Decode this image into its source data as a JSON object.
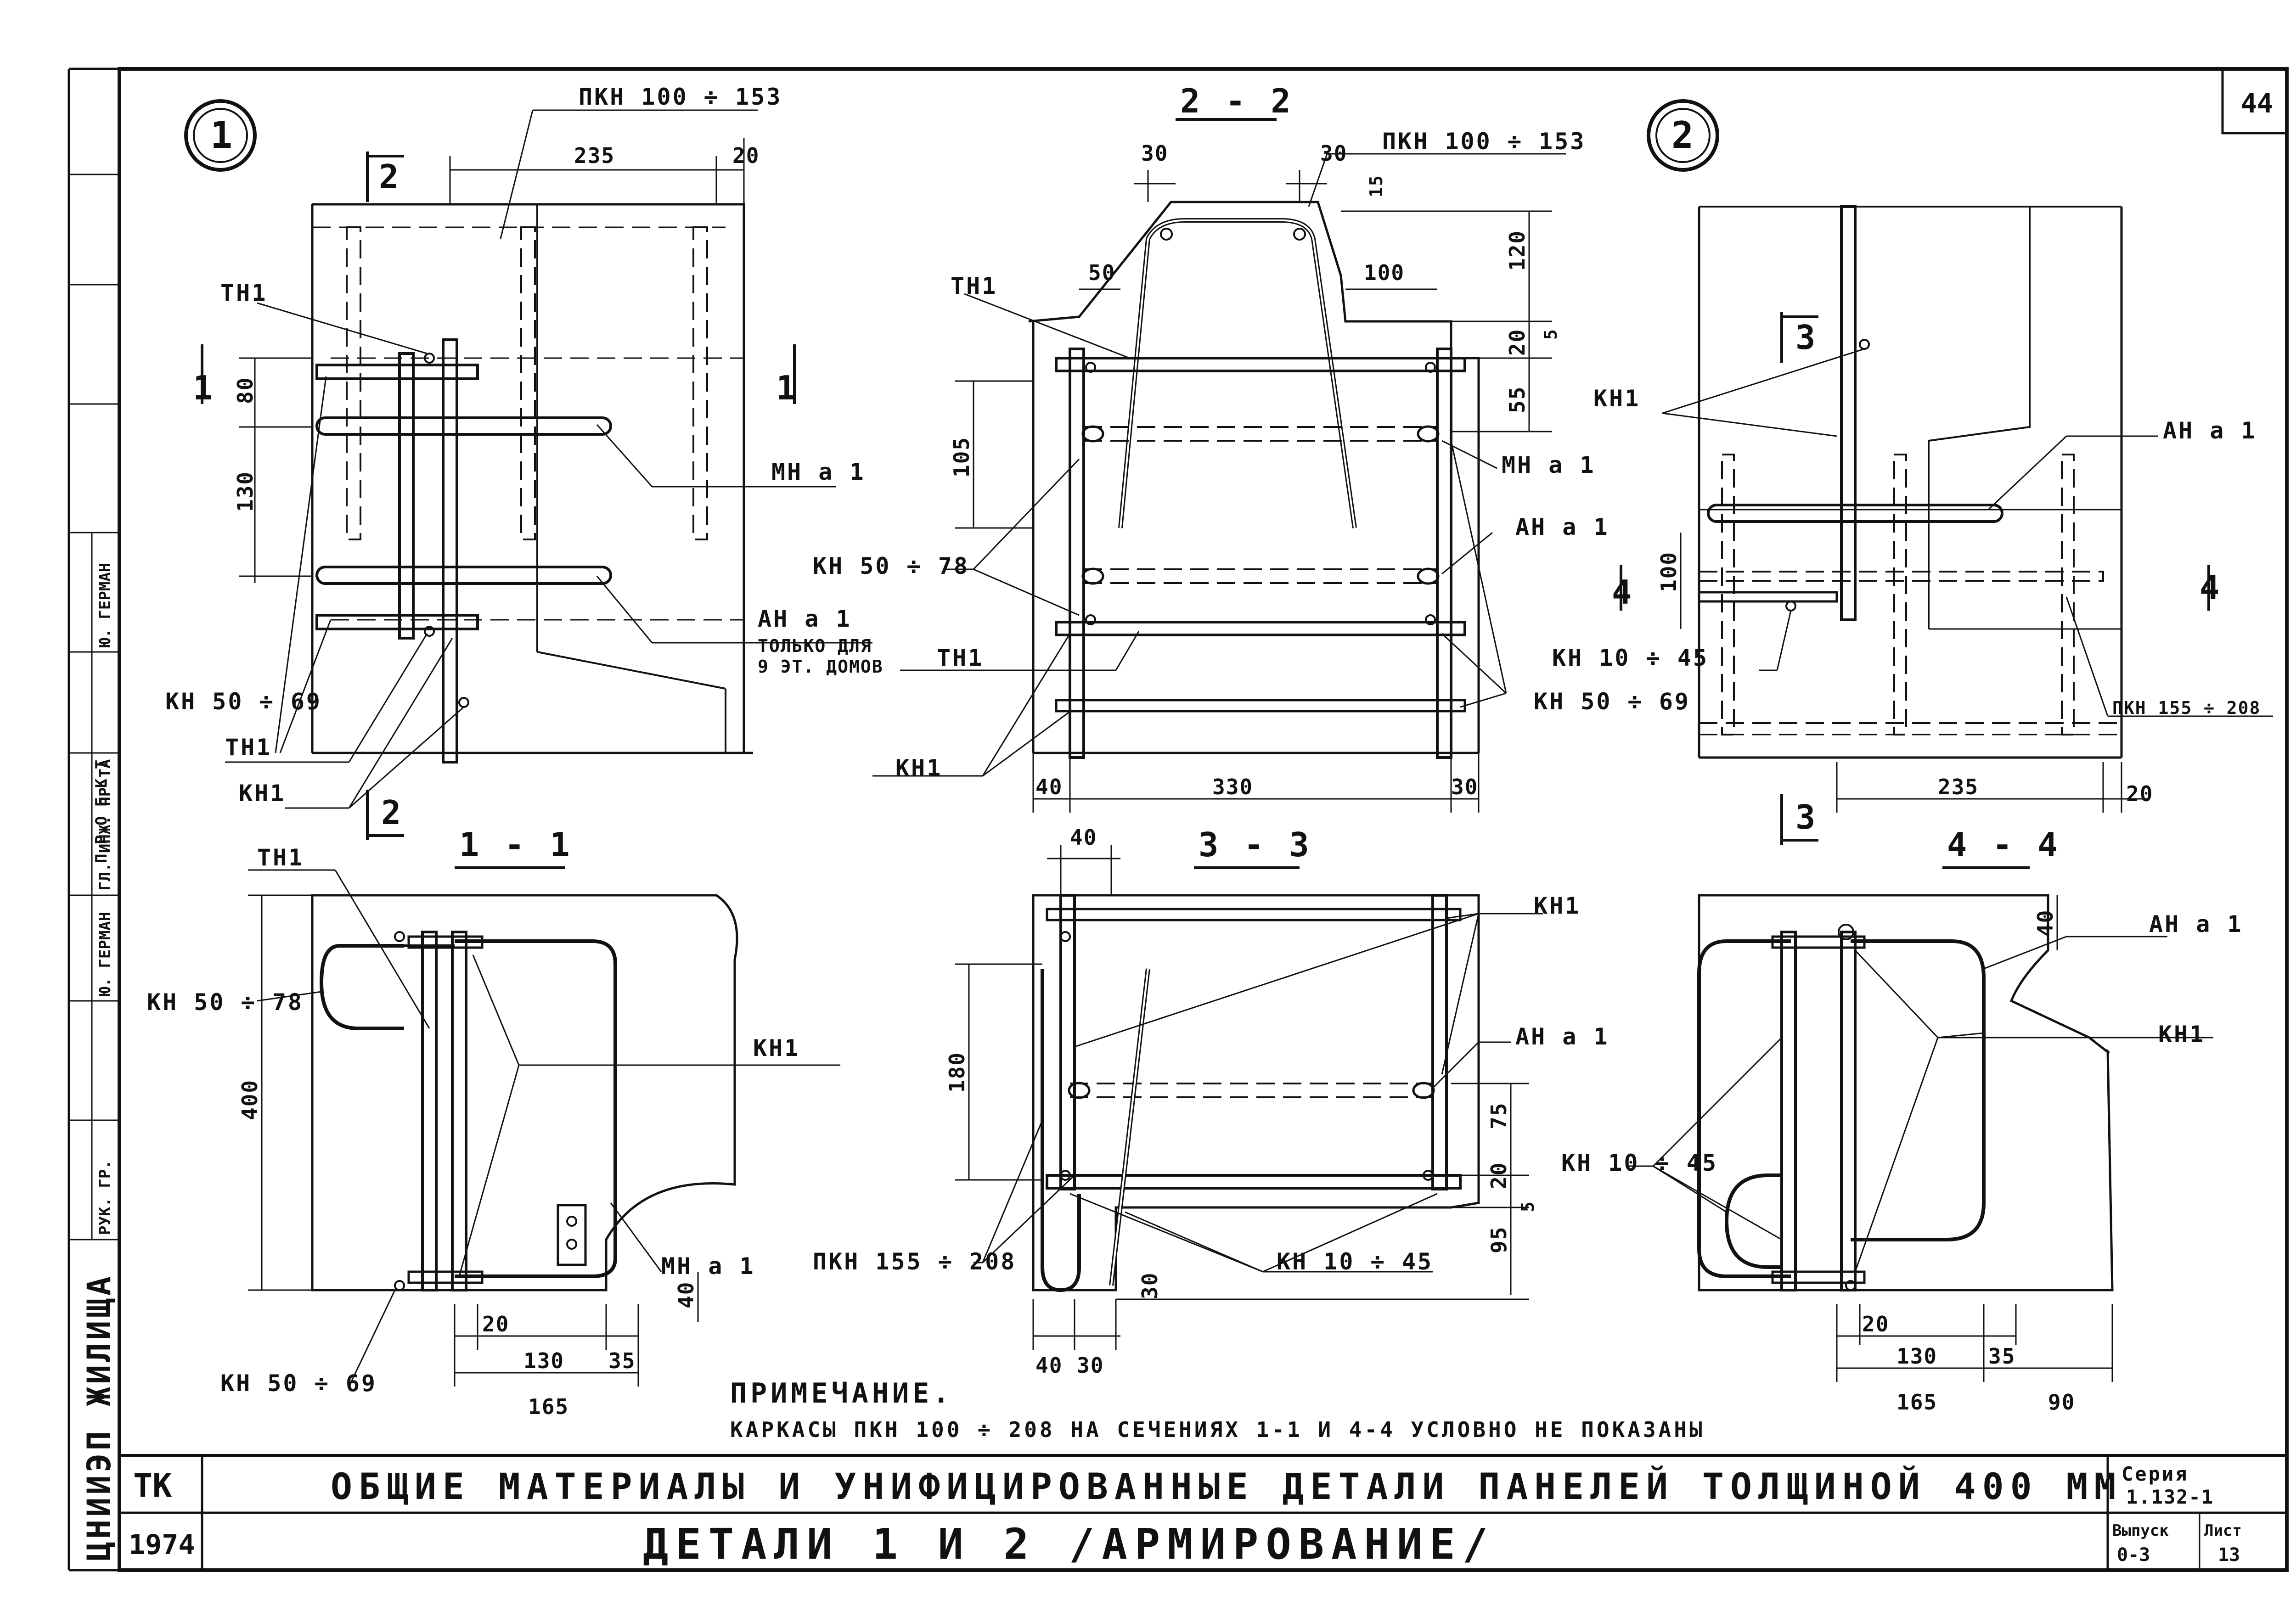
{
  "sheet_number": "44",
  "detail_markers": {
    "detail_1": "1",
    "detail_2": "2"
  },
  "sections": {
    "s11": "1 - 1",
    "s22": "2 - 2",
    "s33": "3 - 3",
    "s44": "4 - 4"
  },
  "cut_marks": {
    "c1": "1",
    "c2": "2",
    "c3": "3",
    "c4": "4"
  },
  "labels": {
    "pkn100_153": "ПКН 100 ÷ 153",
    "tn1": "ТН1",
    "kn1": "КН1",
    "mna1": "МН а 1",
    "ana1": "АН а 1",
    "only_for": "ТОЛЬКО ДЛЯ",
    "nine_floor": "9 ЭТ. ДОМОВ",
    "kn50_69": "КН 50 ÷ 69",
    "kn50_78": "КН 50 ÷ 78",
    "kn10_45": "КН 10 ÷ 45",
    "pkn155_208": "ПКН 155 ÷ 208"
  },
  "dims": {
    "d235": "235",
    "d20": "20",
    "d80": "80",
    "d130": "130",
    "d30": "30",
    "d50": "50",
    "d100": "100",
    "d120": "120",
    "d15": "15",
    "d5": "5",
    "d55": "55",
    "d105": "105",
    "d40": "40",
    "d330": "330",
    "d400": "400",
    "d165": "165",
    "d35": "35",
    "d180": "180",
    "d75": "75",
    "d95": "95",
    "d90": "90"
  },
  "note": {
    "heading": "ПРИМЕЧАНИЕ.",
    "text": "КАРКАСЫ ПКН 100 ÷ 208 НА СЕЧЕНИЯХ 1-1 И 4-4 УСЛОВНО НЕ ПОКАЗАНЫ"
  },
  "title_block": {
    "org": "ТК",
    "year": "1974",
    "title": "ОБЩИЕ МАТЕРИАЛЫ И УНИФИЦИРОВАННЫЕ ДЕТАЛИ ПАНЕЛЕЙ ТОЛЩИНОЙ 400 ММ",
    "subtitle": "ДЕТАЛИ 1 И 2 /АРМИРОВАНИЕ/",
    "series_label": "Серия",
    "series_value": "1.132-1",
    "issue_label": "Выпуск",
    "issue_value": "0-3",
    "sheet_label": "Лист",
    "sheet_value": "13"
  },
  "side_strip": {
    "institute": "ЦНИИЭП ЖИЛИЩА",
    "ruk_gr": "РУК. ГР.",
    "german1": "Ю. ГЕРМАН",
    "gl_ing": "ГЛ. ИНЖ. ПР-ТА",
    "german2": "Ю. ГЕРМАН",
    "proekt": "П Р О Е К Т"
  }
}
